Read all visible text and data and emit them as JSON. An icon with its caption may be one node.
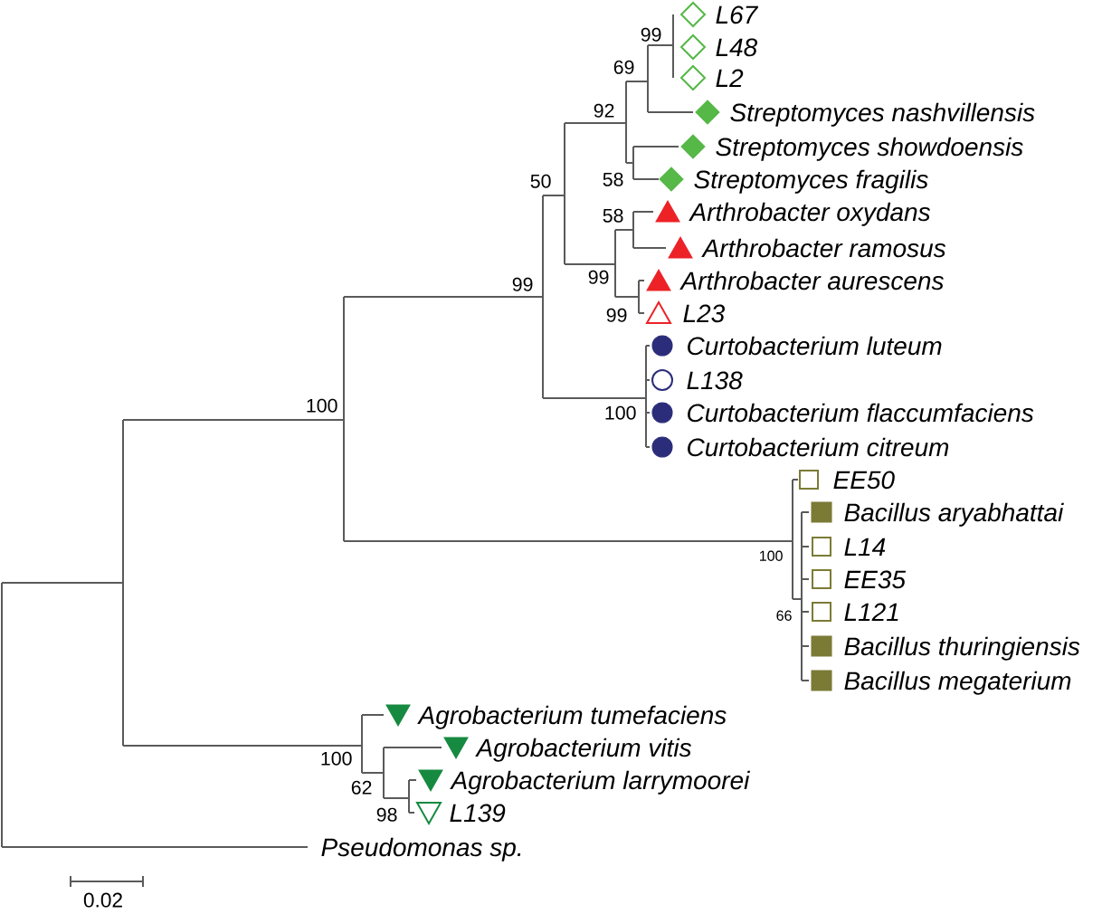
{
  "diagram": {
    "labels": [
      "L67",
      "99",
      "L48",
      "69",
      "L2",
      "92",
      "Streptomyces nashvillensis",
      "Streptomyces showdoensis",
      "50",
      "58",
      "Streptomyces fragilis",
      "58",
      "Arthrobacter oxydans",
      "Arthrobacter ramosus",
      "99",
      "99",
      "Arthrobacter aurescens",
      "99",
      "L23",
      "Curtobacterium luteum",
      "L138",
      "100",
      "100",
      "Curtobacterium flaccumfaciens",
      "Curtobacterium citreum",
      "EE50",
      "Bacillus aryabhattai",
      "L14",
      "100",
      "EE35",
      "66",
      "L121",
      "Bacillus thuringiensis",
      "Bacillus megaterium",
      "Agrobacterium tumefaciens",
      "Agrobacterium vitis",
      "100",
      "62",
      "Agrobacterium larrymoorei",
      "98",
      "L139",
      "Pseudomonas sp.",
      "0.02"
    ]
  }
}
